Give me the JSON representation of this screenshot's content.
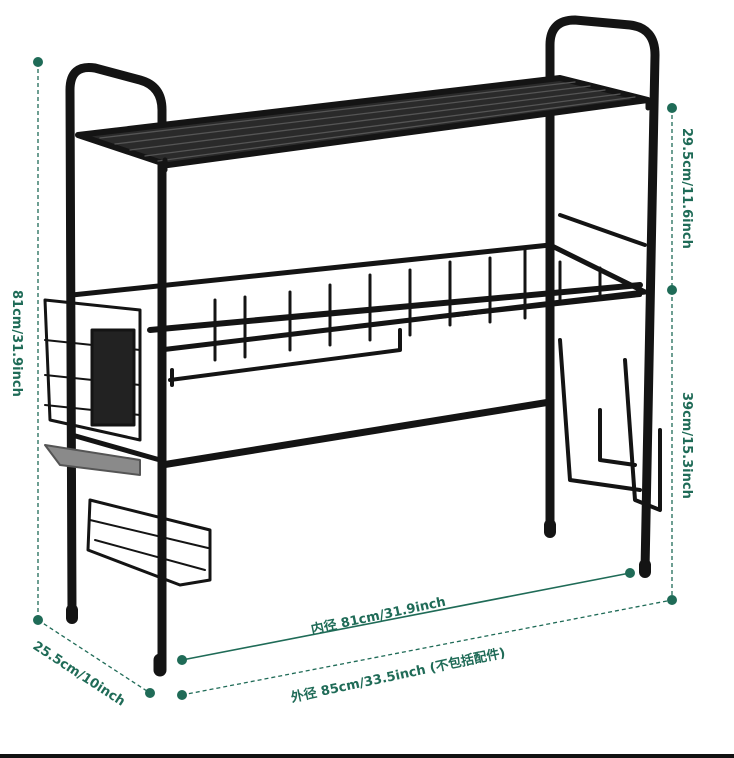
{
  "accent_color": "#1f6b57",
  "rack_color": "#141414",
  "dimensions": {
    "total_height": "81cm/31.9inch",
    "top_shelf_height": "29.5cm/11.6inch",
    "lower_height": "39cm/15.3inch",
    "depth": "25.5cm/10inch",
    "inner_width": "内径 81cm/31.9inch",
    "outer_width": "外径 85cm/33.5inch (不包括配件)"
  }
}
